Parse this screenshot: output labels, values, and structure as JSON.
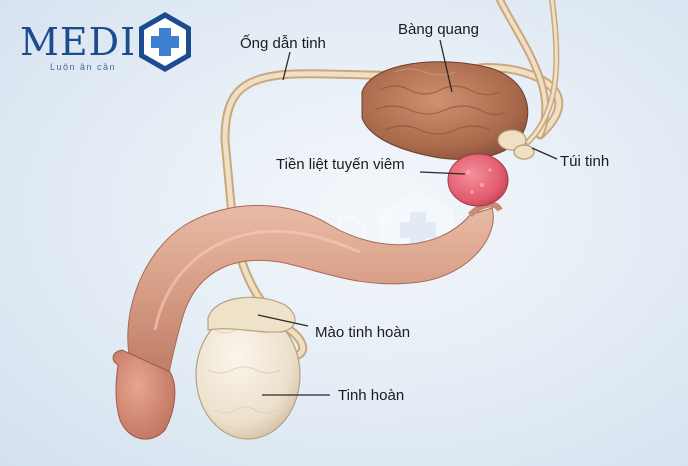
{
  "logo": {
    "brand": "MEDI",
    "tagline": "Luôn ân cần",
    "brand_color": "#1d4b8f",
    "icon": "medical-cross-icon"
  },
  "watermark": {
    "brand": "MEDI"
  },
  "labels": {
    "ong_dan_tinh": "Ống dẫn tinh",
    "bang_quang": "Bàng quang",
    "tien_liet_tuyen": "Tiền liệt tuyến viêm",
    "tui_tinh": "Túi tinh",
    "mao_tinh_hoan": "Mào tinh hoàn",
    "tinh_hoan": "Tinh hoàn"
  },
  "colors": {
    "background": "#e3ecf5",
    "skin": "#d9a48c",
    "duct": "#e9d4b4",
    "bladder": "#b87856",
    "prostate_inflamed": "#e8697a",
    "testis": "#efe4d3"
  }
}
